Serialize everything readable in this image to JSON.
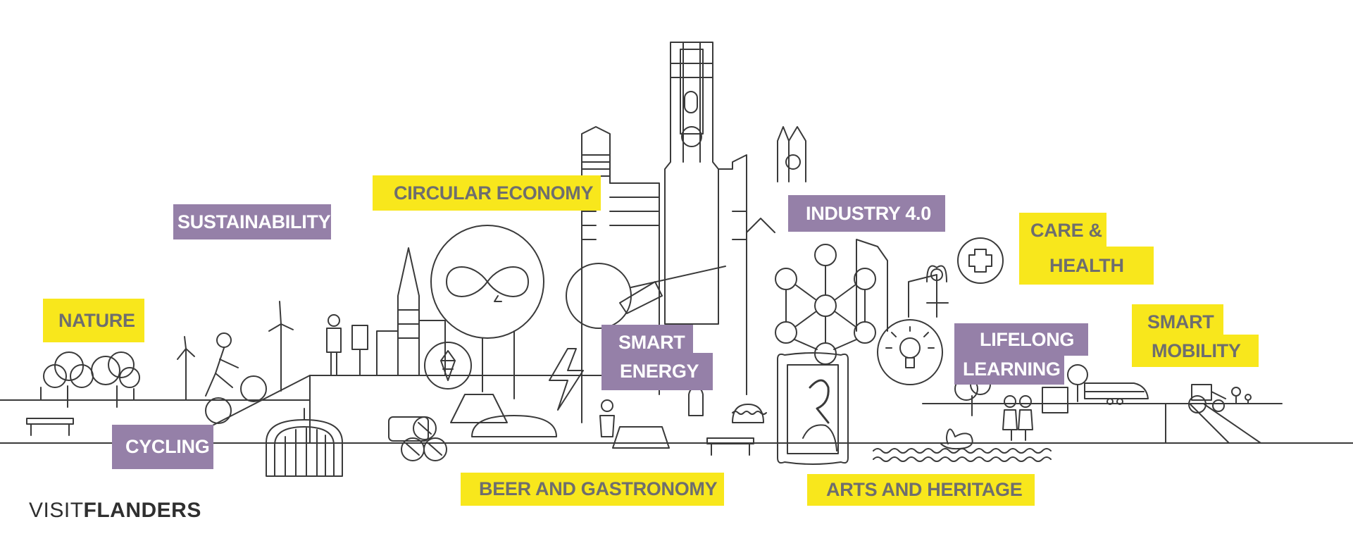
{
  "colors": {
    "yellow": "#f8e71c",
    "purple": "#9580a8",
    "line": "#3a3a3a",
    "yellow_text": "#6e6e6e",
    "purple_text": "#ffffff"
  },
  "labels": {
    "nature": "NATURE",
    "sustainability": "SUSTAINABILITY",
    "cycling": "CYCLING",
    "circular_economy": "CIRCULAR ECONOMY",
    "industry": "INDUSTRY 4.0",
    "care_line1": "CARE &",
    "care_line2": "HEALTH",
    "smart_energy_line1": "SMART",
    "smart_energy_line2": "ENERGY",
    "lifelong_line1": "LIFELONG",
    "lifelong_line2": "LEARNING",
    "smart_mobility_line1": "SMART",
    "smart_mobility_line2": "MOBILITY",
    "beer": "BEER AND GASTRONOMY",
    "arts": "ARTS AND HERITAGE"
  },
  "logo": {
    "light": "VISIT",
    "bold": "FLANDERS"
  },
  "illustration_icons": [
    "tree-icon",
    "wind-turbine-icon",
    "cyclist-icon",
    "bench-icon",
    "hop-icon",
    "infinity-icon",
    "lightning-icon",
    "atomium-icon",
    "lightbulb-icon",
    "health-cross-icon",
    "portrait-icon",
    "swan-icon",
    "train-icon",
    "tractor-icon",
    "thumbs-up-icon",
    "barrels-icon",
    "church-tower-icon"
  ]
}
